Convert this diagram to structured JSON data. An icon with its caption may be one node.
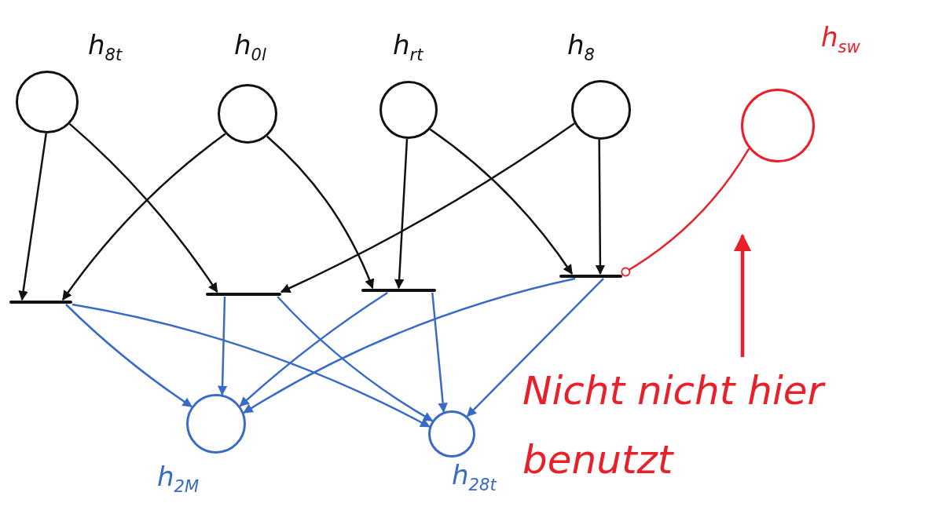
{
  "diagram": {
    "nodes": [
      {
        "text": [
          "h$_{8t}$"
        ]
      },
      {
        "text": [
          "h$_{0l}$"
        ]
      },
      {
        "text": [
          "h$_{rt}$"
        ]
      },
      {
        "text": [
          "h$_{8}$"
        ]
      },
      {
        "text": [
          "h$_{sw}$"
        ]
      },
      {
        "text": [],
        "shape": "bar"
      },
      {
        "text": [],
        "shape": "bar"
      },
      {
        "text": [],
        "shape": "bar"
      },
      {
        "text": [],
        "shape": "bar"
      },
      {
        "text": [
          "h$_{2M}$"
        ]
      },
      {
        "text": [
          "h$_{28t}$"
        ]
      },
      {
        "text": [
          "Nicht nicht hier benutzt"
        ]
      }
    ],
    "edges": [
      {
        "from": 0,
        "to": 5,
        "arrow": "to"
      },
      {
        "from": 0,
        "to": 6,
        "arrow": "to"
      },
      {
        "from": 1,
        "to": 5,
        "arrow": "to"
      },
      {
        "from": 1,
        "to": 7,
        "arrow": "to"
      },
      {
        "from": 2,
        "to": 7,
        "arrow": "to"
      },
      {
        "from": 2,
        "to": 8,
        "arrow": "to"
      },
      {
        "from": 3,
        "to": 6,
        "arrow": "to"
      },
      {
        "from": 3,
        "to": 8,
        "arrow": "to"
      },
      {
        "from": 4,
        "to": 8,
        "arrow": "other",
        "color": "#e8202a"
      },
      {
        "from": 5,
        "to": 9,
        "arrow": "to",
        "color": "#3a6bc4"
      },
      {
        "from": 5,
        "to": 10,
        "arrow": "to",
        "color": "#3a6bc4"
      },
      {
        "from": 6,
        "to": 9,
        "arrow": "to",
        "color": "#3a6bc4"
      },
      {
        "from": 6,
        "to": 10,
        "arrow": "to",
        "color": "#3a6bc4"
      },
      {
        "from": 7,
        "to": 9,
        "arrow": "to",
        "color": "#3a6bc4"
      },
      {
        "from": 7,
        "to": 10,
        "arrow": "to",
        "color": "#3a6bc4"
      },
      {
        "from": 8,
        "to": 9,
        "arrow": "to",
        "color": "#3a6bc4"
      },
      {
        "from": 8,
        "to": 10,
        "arrow": "to",
        "color": "#3a6bc4"
      },
      {
        "from": 11,
        "to": null,
        "arrow": "to",
        "style": "thick",
        "color": "#e8202a"
      }
    ]
  }
}
